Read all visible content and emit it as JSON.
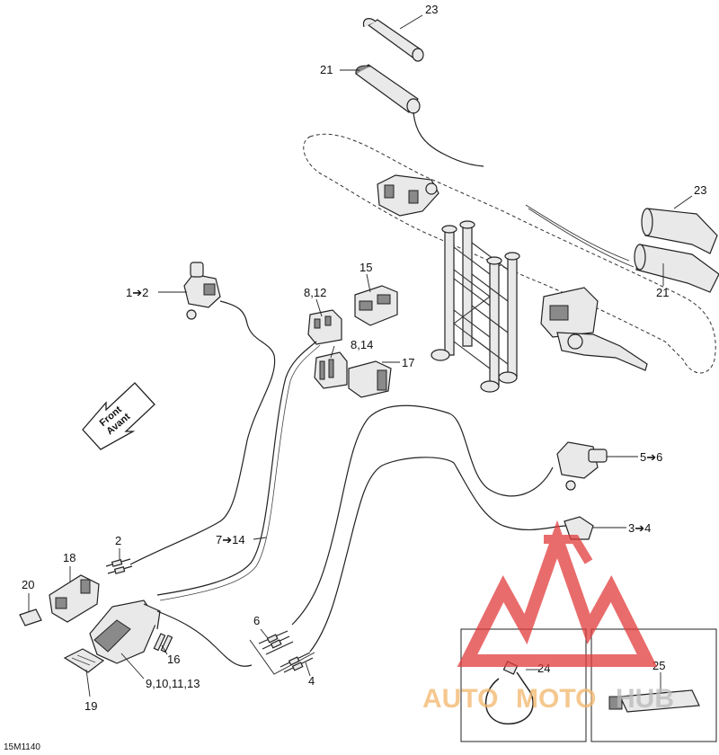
{
  "diagram_code": "15M1140",
  "direction_arrow": {
    "line1": "Front",
    "line2": "Avant"
  },
  "labels": {
    "c23_top": "23",
    "c21_top": "21",
    "c23_right": "23",
    "c21_right": "21",
    "c15": "15",
    "c8_12": "8,12",
    "c8_14": "8,14",
    "c17": "17",
    "c1_2": "1➔2",
    "c5_6": "5➔6",
    "c3_4": "3➔4",
    "c7_14": "7➔14",
    "c2": "2",
    "c18": "18",
    "c20": "20",
    "c6": "6",
    "c4": "4",
    "c16": "16",
    "c9_13": "9,10,11,13",
    "c19": "19",
    "c24": "24",
    "c25": "25"
  },
  "watermark": {
    "part1": "AUTO",
    "part2": "MOTO",
    "part3": "HUB"
  },
  "colors": {
    "watermark_red": "#e23b3b",
    "watermark_orange": "#f2b66a",
    "watermark_gray": "#b9b9b9"
  }
}
